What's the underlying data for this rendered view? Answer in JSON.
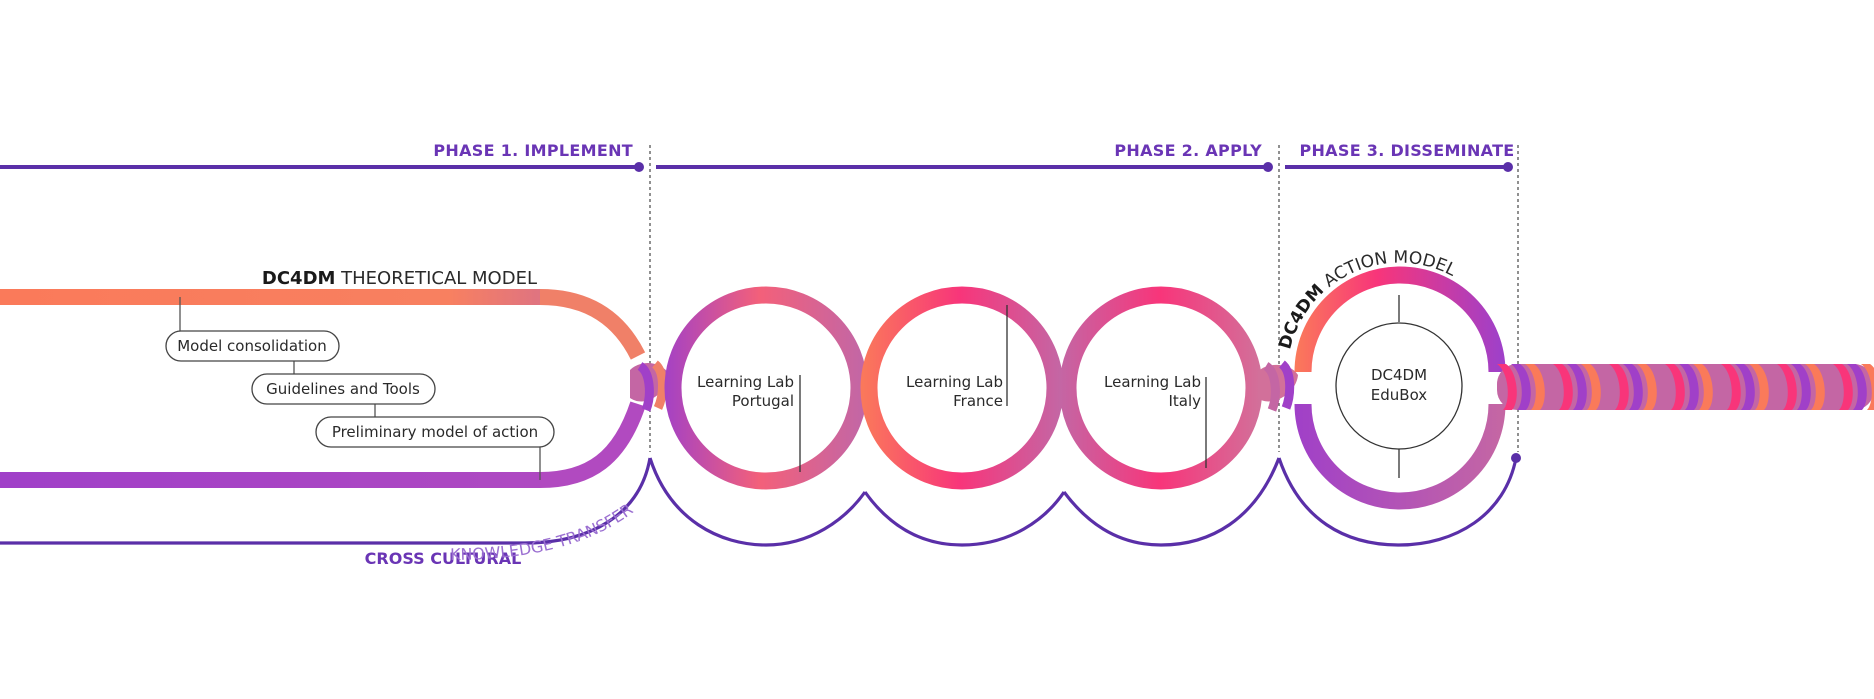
{
  "phases": {
    "phase1": "PHASE 1. IMPLEMENT",
    "phase2": "PHASE 2. APPLY",
    "phase3": "PHASE 3. DISSEMINATE"
  },
  "theoretical_model": {
    "bold": "DC4DM",
    "rest": " THEORETICAL MODEL"
  },
  "steps": [
    "Model consolidation",
    "Guidelines and Tools",
    "Preliminary model of action"
  ],
  "labs": [
    {
      "line1": "Learning Lab",
      "line2": "Portugal"
    },
    {
      "line1": "Learning Lab",
      "line2": "France"
    },
    {
      "line1": "Learning Lab",
      "line2": "Italy"
    }
  ],
  "action_model": {
    "bold": "DC4DM",
    "rest": " ACTION MODEL"
  },
  "edubox": {
    "line1": "DC4DM",
    "line2": "EduBox"
  },
  "cross_cultural": {
    "bold": "CROSS CULTURAL",
    "rest": " KNOWLEDGE TRANSFER"
  },
  "colors": {
    "purple_line": "#5a2fa8",
    "purple": "#a040c8",
    "orange": "#fa7a5a",
    "pink": "#f8357a",
    "mauve": "#c466a4"
  }
}
